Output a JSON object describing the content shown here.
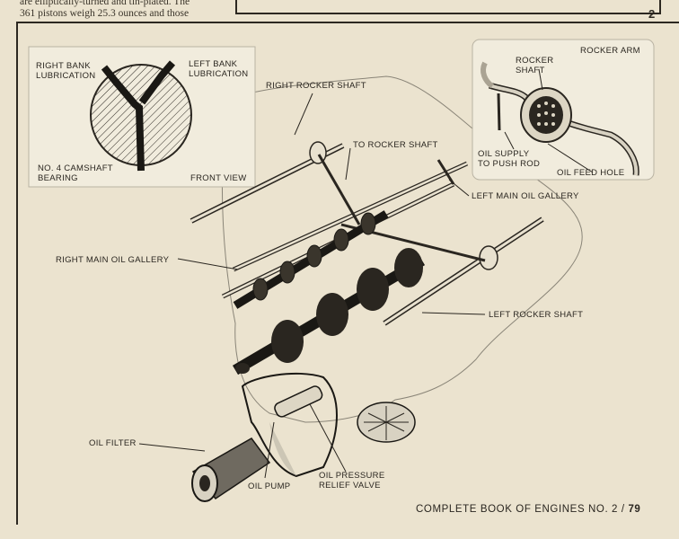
{
  "body_text": {
    "line1": "are elliptically-turned and tin-plated. The",
    "line2": "361 pistons weigh 25.3 ounces and those"
  },
  "figure_number": "2",
  "labels": {
    "right_bank_1": "RIGHT BANK",
    "right_bank_2": "LUBRICATION",
    "left_bank_1": "LEFT BANK",
    "left_bank_2": "LUBRICATION",
    "camshaft_1": "NO. 4 CAMSHAFT",
    "camshaft_2": "BEARING",
    "front_view": "FRONT VIEW",
    "right_rocker_shaft": "RIGHT ROCKER SHAFT",
    "to_rocker_shaft": "TO ROCKER SHAFT",
    "left_main_oil_gallery": "LEFT MAIN OIL GALLERY",
    "right_main_oil_gallery": "RIGHT MAIN OIL GALLERY",
    "left_rocker_shaft": "LEFT ROCKER SHAFT",
    "rocker_arm": "ROCKER ARM",
    "rocker_shaft_1": "ROCKER",
    "rocker_shaft_2": "SHAFT",
    "oil_supply_1": "OIL SUPPLY",
    "oil_supply_2": "TO PUSH ROD",
    "oil_feed_hole": "OIL FEED HOLE",
    "oil_filter": "OIL FILTER",
    "oil_pump": "OIL PUMP",
    "relief_1": "OIL PRESSURE",
    "relief_2": "RELIEF VALVE"
  },
  "footer": {
    "title": "COMPLETE BOOK OF ENGINES NO. 2",
    "page": "79"
  }
}
